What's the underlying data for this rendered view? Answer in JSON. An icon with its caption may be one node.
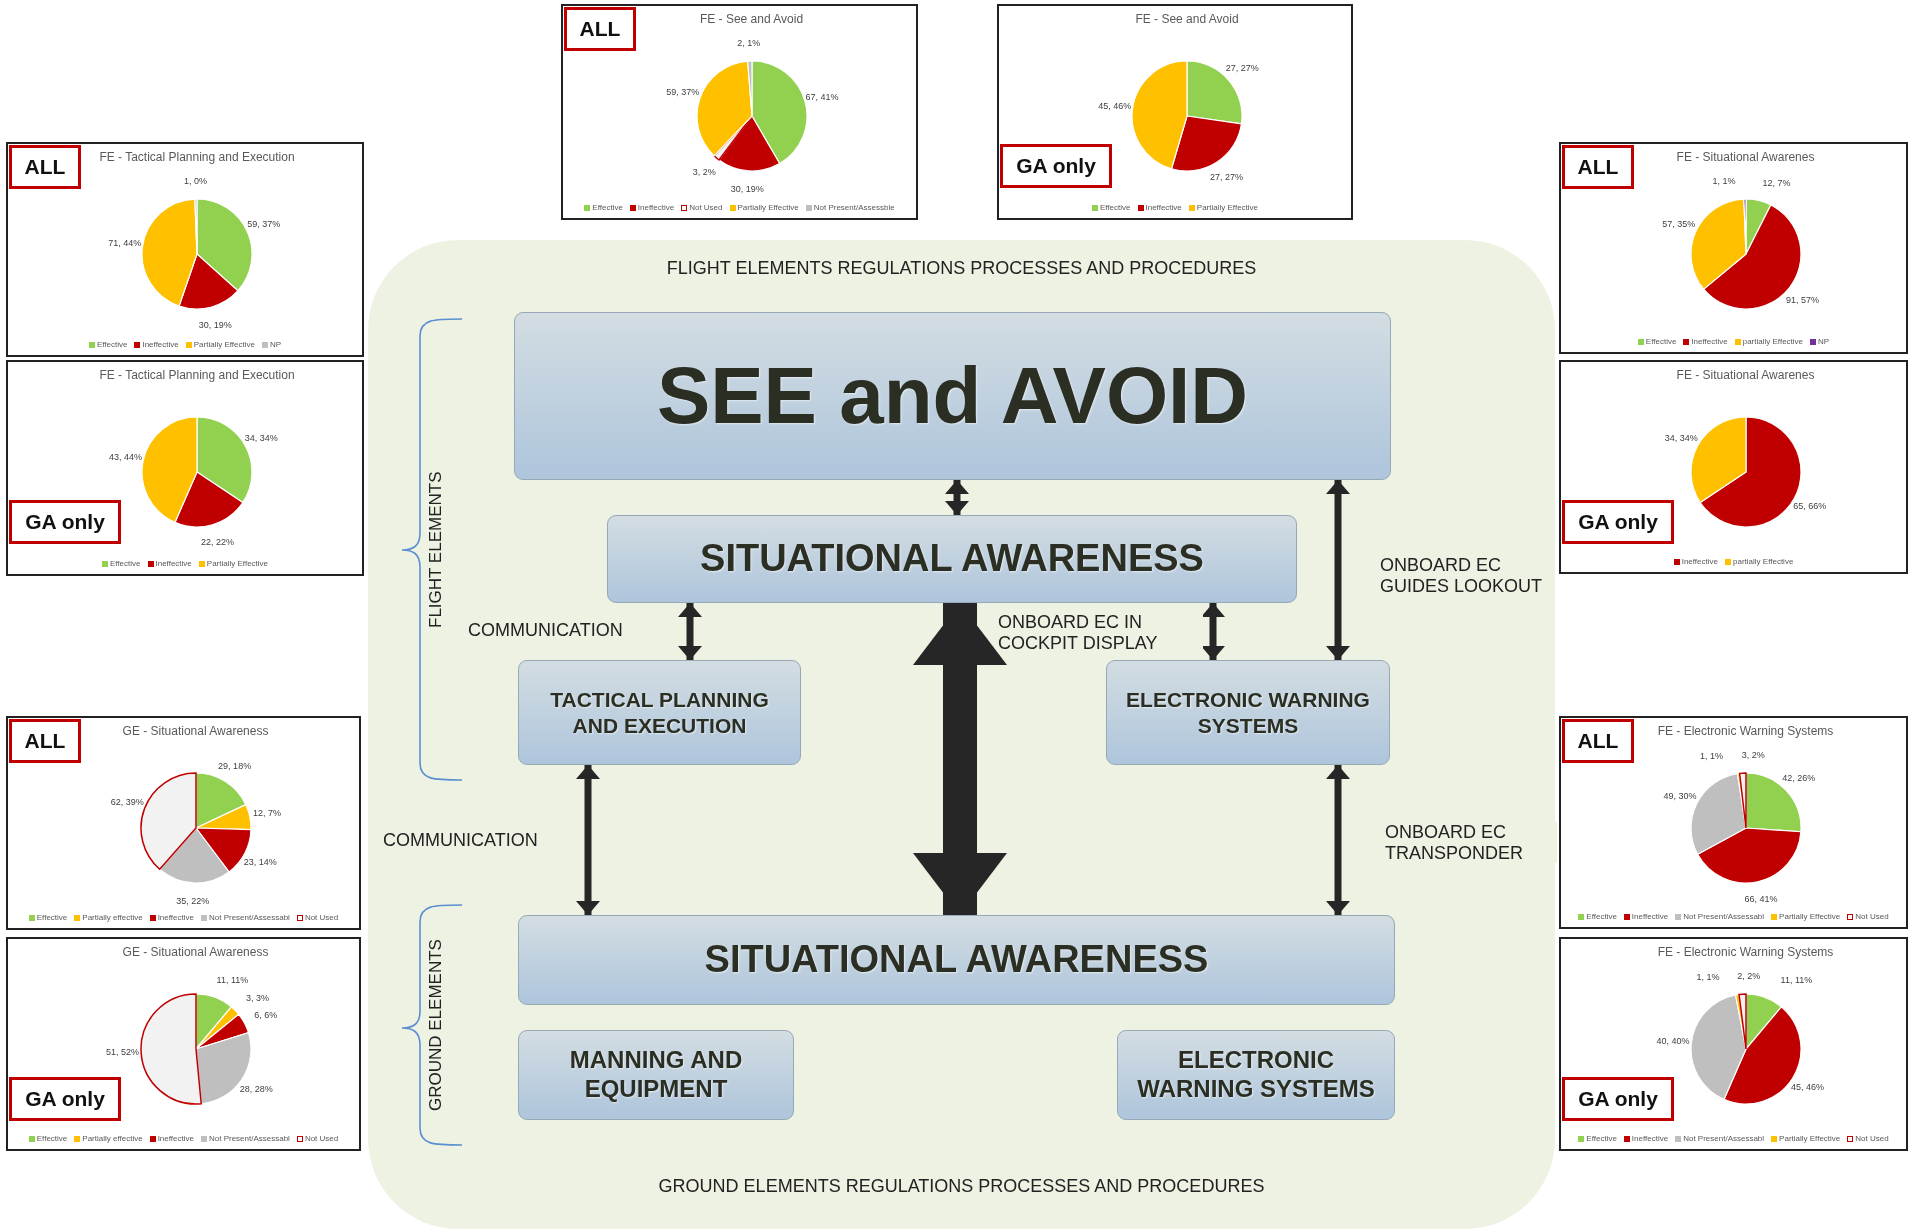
{
  "diagram": {
    "nodes": [
      {
        "text": [
          "FLIGHT ELEMENTS REGULATIONS PROCESSES AND PROCEDURES",
          "GROUND ELEMENTS REGULATIONS PROCESSES AND PROCEDURES"
        ]
      },
      {
        "text": [
          "SEE and AVOID"
        ],
        "in": 0
      },
      {
        "text": [
          "SITUATIONAL AWARENESS"
        ],
        "in": 0
      },
      {
        "text": [
          "TACTICAL PLANNING AND EXECUTION"
        ],
        "in": 0
      },
      {
        "text": [
          "ELECTRONIC WARNING SYSTEMS"
        ],
        "in": 0
      },
      {
        "text": [
          "SITUATIONAL AWARENESS"
        ],
        "in": 0
      },
      {
        "text": [
          "MANNING AND EQUIPMENT"
        ],
        "in": 0
      },
      {
        "text": [
          "ELECTRONIC WARNING SYSTEMS"
        ],
        "in": 0
      },
      {
        "text": [
          "FE - See and Avoid",
          "67, 41%",
          "30, 19%",
          "3, 2%",
          "59, 37%",
          "2, 1%"
        ]
      },
      {
        "text": [
          "ALL"
        ],
        "in": 8
      },
      {
        "text": [
          "FE - See and Avoid",
          "27, 27%",
          "27, 27%",
          "45, 46%"
        ]
      },
      {
        "text": [
          "GA only"
        ],
        "in": 10
      },
      {
        "text": [
          "FE - Tactical Planning and Execution",
          "59, 37%",
          "30, 19%",
          "71, 44%",
          "1, 0%"
        ]
      },
      {
        "text": [
          "ALL"
        ],
        "in": 12
      },
      {
        "text": [
          "FE - Tactical Planning and Execution",
          "34, 34%",
          "22, 22%",
          "43, 44%"
        ]
      },
      {
        "text": [
          "GA only"
        ],
        "in": 14
      },
      {
        "text": [
          "GE - Situational Awareness",
          "29, 18%",
          "12, 7%",
          "23, 14%",
          "35, 22%",
          "62, 39%"
        ]
      },
      {
        "text": [
          "ALL"
        ],
        "in": 16
      },
      {
        "text": [
          "GE - Situational Awareness",
          "11, 11%",
          "3, 3%",
          "6, 6%",
          "28, 28%",
          "51, 52%"
        ]
      },
      {
        "text": [
          "GA only"
        ],
        "in": 18
      },
      {
        "text": [
          "FE - Situational Awarenes",
          "12, 7%",
          "91, 57%",
          "57, 35%",
          "1, 1%"
        ]
      },
      {
        "text": [
          "ALL"
        ],
        "in": 20
      },
      {
        "text": [
          "FE - Situational Awarenes",
          "65, 66%",
          "34, 34%"
        ]
      },
      {
        "text": [
          "GA only"
        ],
        "in": 22
      },
      {
        "text": [
          "FE - Electronic Warning Systems",
          "42, 26%",
          "66, 41%",
          "49, 30%",
          "1, 1%",
          "3, 2%"
        ]
      },
      {
        "text": [
          "ALL"
        ],
        "in": 24
      },
      {
        "text": [
          "FE - Electronic Warning Systems",
          "11, 11%",
          "45, 46%",
          "40, 40%",
          "1, 1%",
          "2, 2%"
        ]
      },
      {
        "text": [
          "GA only"
        ],
        "in": 26
      }
    ],
    "edges": [
      {
        "from": 1,
        "to": 2,
        "arrow": "both"
      },
      {
        "from": 2,
        "to": 3,
        "arrow": "both",
        "label": "COMMUNICATION"
      },
      {
        "from": 2,
        "to": 4,
        "arrow": "both",
        "label": "ONBOARD EC IN COCKPIT DISPLAY"
      },
      {
        "from": 1,
        "to": 4,
        "arrow": "both",
        "label": "ONBOARD EC GUIDES LOOKOUT"
      },
      {
        "from": 2,
        "to": 5,
        "arrow": "both",
        "style": "thick"
      },
      {
        "from": 3,
        "to": 5,
        "arrow": "both",
        "label": "COMMUNICATION"
      },
      {
        "from": 4,
        "to": 5,
        "arrow": "both",
        "label": "ONBOARD EC TRANSPONDER"
      }
    ],
    "labels": [
      "FLIGHT ELEMENTS",
      "GROUND ELEMENTS"
    ],
    "legend": [
      {
        "text": "Effective",
        "color": "#92d050"
      },
      {
        "text": "Ineffective",
        "color": "#c00000"
      },
      {
        "text": "Not Used"
      },
      {
        "text": "Partially Effective",
        "color": "#ffc000"
      },
      {
        "text": "Not Present/Assessble",
        "color": "#bfbfbf"
      },
      {
        "text": "Effective",
        "color": "#92d050"
      },
      {
        "text": "Ineffective",
        "color": "#c00000"
      },
      {
        "text": "Partially Effective",
        "color": "#ffc000"
      },
      {
        "text": "Effective",
        "color": "#92d050"
      },
      {
        "text": "Ineffective",
        "color": "#c00000"
      },
      {
        "text": "Partially Effective",
        "color": "#ffc000"
      },
      {
        "text": "NP",
        "color": "#bfbfbf"
      },
      {
        "text": "Effective",
        "color": "#92d050"
      },
      {
        "text": "Ineffective",
        "color": "#c00000"
      },
      {
        "text": "Partially Effective",
        "color": "#ffc000"
      },
      {
        "text": "Effective",
        "color": "#92d050"
      },
      {
        "text": "Partially effective",
        "color": "#ffc000"
      },
      {
        "text": "Ineffective",
        "color": "#c00000"
      },
      {
        "text": "Not Present/Assessabl",
        "color": "#bfbfbf"
      },
      {
        "text": "Not Used"
      },
      {
        "text": "Effective",
        "color": "#92d050"
      },
      {
        "text": "Partially effective",
        "color": "#ffc000"
      },
      {
        "text": "Ineffective",
        "color": "#c00000"
      },
      {
        "text": "Not Present/Assessabl",
        "color": "#bfbfbf"
      },
      {
        "text": "Not Used"
      },
      {
        "text": "Effective",
        "color": "#92d050"
      },
      {
        "text": "Ineffective",
        "color": "#c00000"
      },
      {
        "text": "partially Effective",
        "color": "#ffc000"
      },
      {
        "text": "NP",
        "color": "#7030a0"
      },
      {
        "text": "Ineffective",
        "color": "#c00000"
      },
      {
        "text": "partially Effective",
        "color": "#ffc000"
      },
      {
        "text": "Effective",
        "color": "#92d050"
      },
      {
        "text": "Ineffective",
        "color": "#c00000"
      },
      {
        "text": "Not Present/Assessabl",
        "color": "#bfbfbf"
      },
      {
        "text": "Partially Effective",
        "color": "#ffc000"
      },
      {
        "text": "Not Used"
      },
      {
        "text": "Effective",
        "color": "#92d050"
      },
      {
        "text": "Ineffective",
        "color": "#c00000"
      },
      {
        "text": "Not Present/Assessabl",
        "color": "#bfbfbf"
      },
      {
        "text": "Partially Effective",
        "color": "#ffc000"
      },
      {
        "text": "Not Used"
      }
    ]
  }
}
